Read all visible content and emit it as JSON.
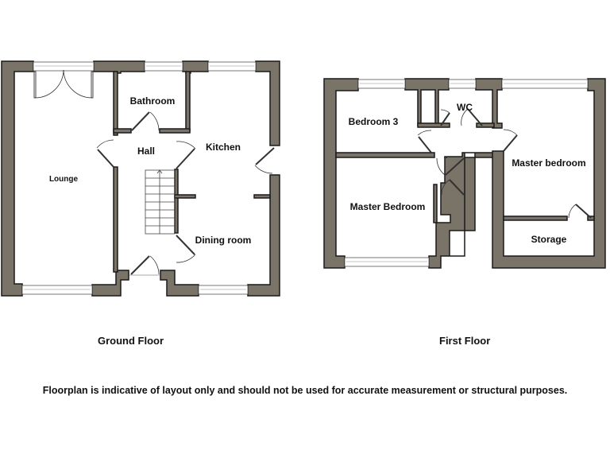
{
  "ground_floor": {
    "label": "Ground Floor",
    "rooms": {
      "lounge": "Lounge",
      "bathroom": "Bathroom",
      "hall": "Hall",
      "kitchen": "Kitchen",
      "dining": "Dining room"
    }
  },
  "first_floor": {
    "label": "First Floor",
    "rooms": {
      "bedroom3": "Bedroom 3",
      "wc": "WC",
      "master_bedroom_left": "Master Bedroom",
      "master_bedroom_right": "Master bedroom",
      "storage": "Storage"
    }
  },
  "disclaimer": "Floorplan is indicative of layout only and should not be used for accurate measurement or structural purposes.",
  "colors": {
    "wall": "#7a7468",
    "outline": "#1a1a1a"
  }
}
